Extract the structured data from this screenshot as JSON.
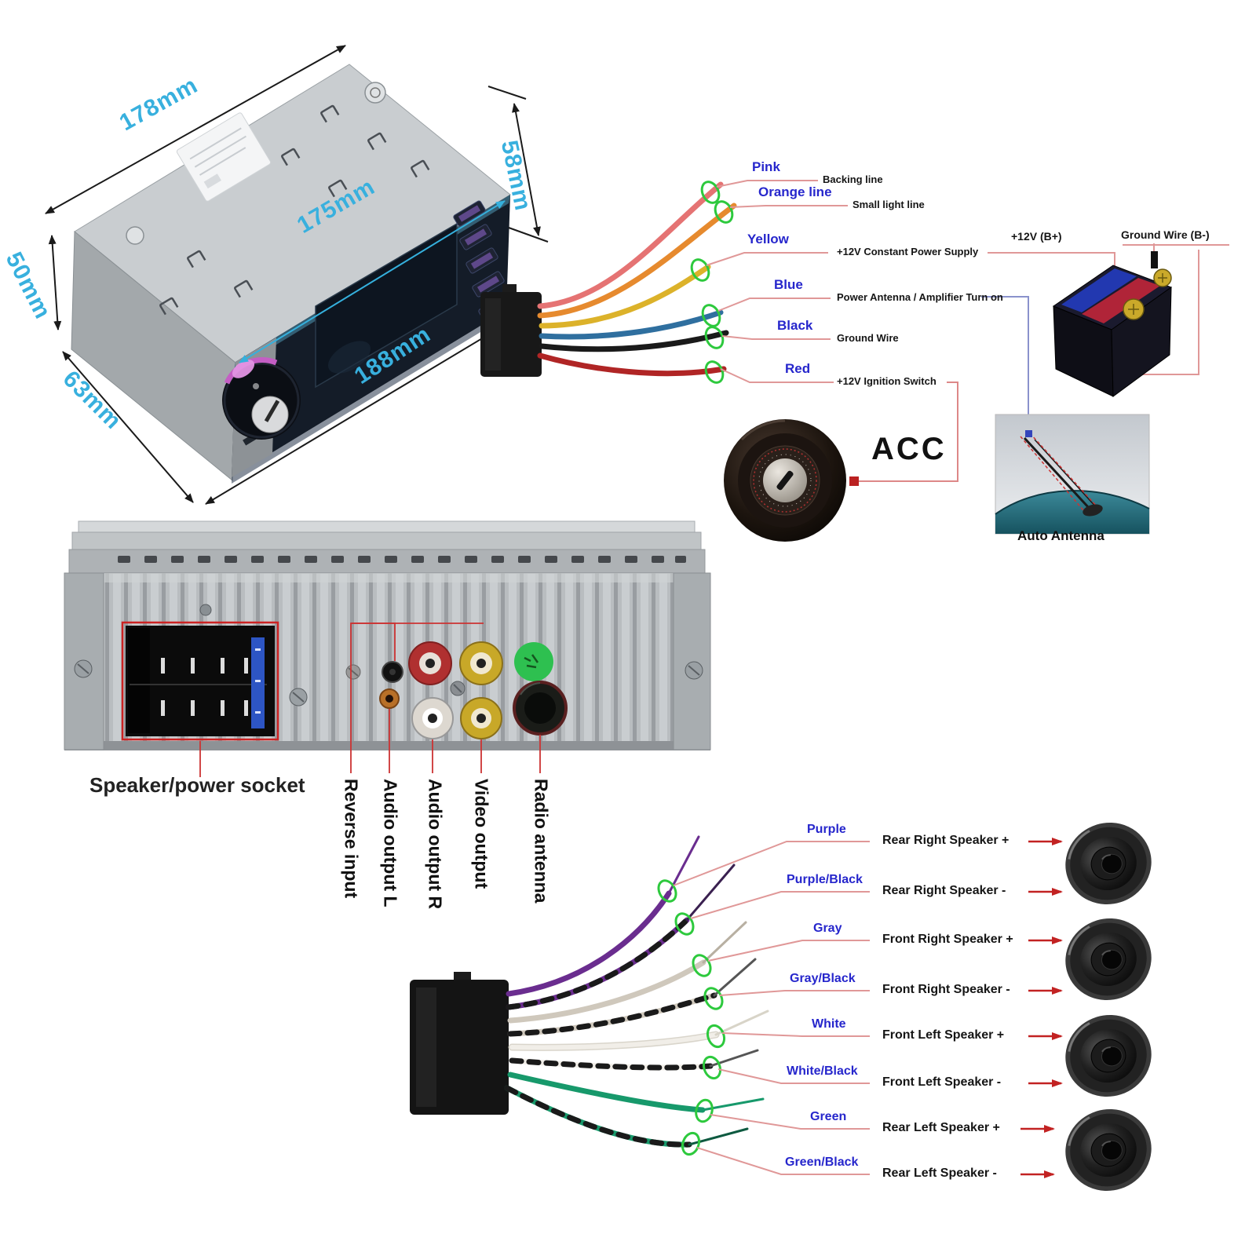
{
  "head_unit": {
    "dim_width_top": "178mm",
    "dim_front_width": "175mm",
    "dim_height_right": "58mm",
    "dim_height_left": "50mm",
    "dim_depth": "63mm",
    "dim_width_front": "188mm"
  },
  "power_harness": {
    "wires": [
      {
        "color": "Pink",
        "function": "Backing line",
        "hex": "#e57373"
      },
      {
        "color": "Orange line",
        "function": "Small light line",
        "hex": "#e68a2e"
      },
      {
        "color": "Yellow",
        "function": "+12V Constant Power Supply",
        "hex": "#dcb22a"
      },
      {
        "color": "Blue",
        "function": "Power Antenna / Amplifier Turn on",
        "hex": "#2f6f9f"
      },
      {
        "color": "Black",
        "function": "Ground Wire",
        "hex": "#1a1a1a"
      },
      {
        "color": "Red",
        "function": "+12V Ignition Switch",
        "hex": "#b02525"
      }
    ],
    "battery_positive": "+12V (B+)",
    "battery_negative": "Ground Wire (B-)",
    "ignition": "ACC",
    "antenna_caption": "Auto Antenna"
  },
  "rear_panel": {
    "socket_label": "Speaker/power socket",
    "ports": [
      "Reverse input",
      "Audio output L",
      "Audio output R",
      "Video output",
      "Radio antenna"
    ]
  },
  "speaker_harness": {
    "wires": [
      {
        "color": "Purple",
        "function": "Rear Right Speaker +",
        "hex": "#6a2d8f"
      },
      {
        "color": "Purple/Black",
        "function": "Rear Right Speaker -",
        "hex": "#6a2d8f"
      },
      {
        "color": "Gray",
        "function": "Front Right Speaker +",
        "hex": "#cfc8bc"
      },
      {
        "color": "Gray/Black",
        "function": "Front Right Speaker -",
        "hex": "#cfc8bc"
      },
      {
        "color": "White",
        "function": "Front Left Speaker +",
        "hex": "#f1eee8"
      },
      {
        "color": "White/Black",
        "function": "Front Left Speaker -",
        "hex": "#f1eee8"
      },
      {
        "color": "Green",
        "function": "Rear Left Speaker +",
        "hex": "#17996b"
      },
      {
        "color": "Green/Black",
        "function": "Rear Left Speaker -",
        "hex": "#17996b"
      }
    ]
  },
  "palette": {
    "dimension_text": "#38b0de",
    "wire_name_text": "#2626cc",
    "label_text": "#151515",
    "leader_line": "#e09898",
    "marker_green": "#2dc93d",
    "arrow_red": "#c22222",
    "socket_outline_red": "#cc2222"
  }
}
